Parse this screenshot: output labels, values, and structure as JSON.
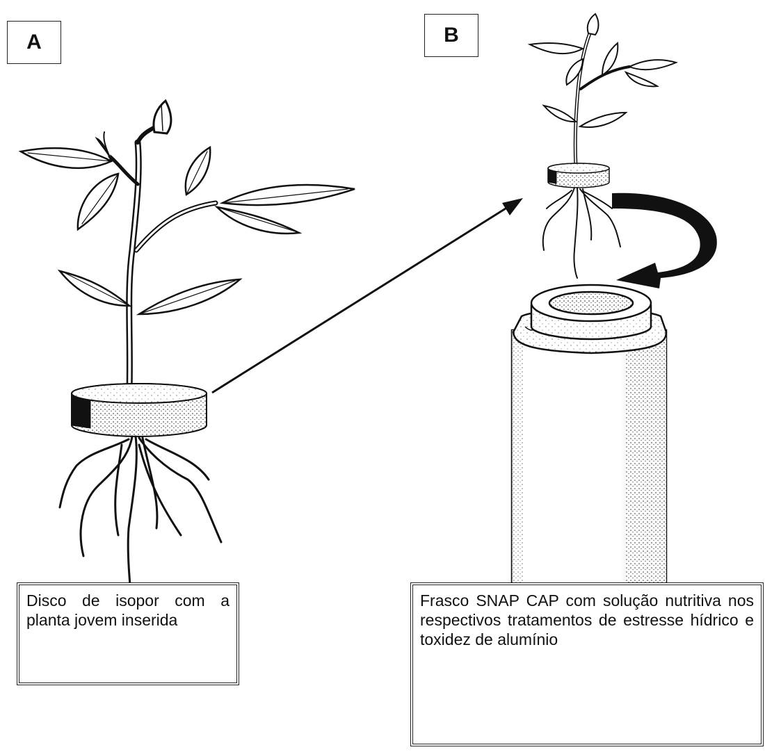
{
  "panels": {
    "a": {
      "label": "A"
    },
    "b": {
      "label": "B"
    }
  },
  "captions": {
    "a": "Disco de isopor com a planta jovem inserida",
    "b": "Frasco SNAP CAP com solução nutritiva nos respectivos tratamentos de estresse hídrico e toxidez de alumínio"
  },
  "colors": {
    "ink": "#111111",
    "background": "#ffffff"
  }
}
